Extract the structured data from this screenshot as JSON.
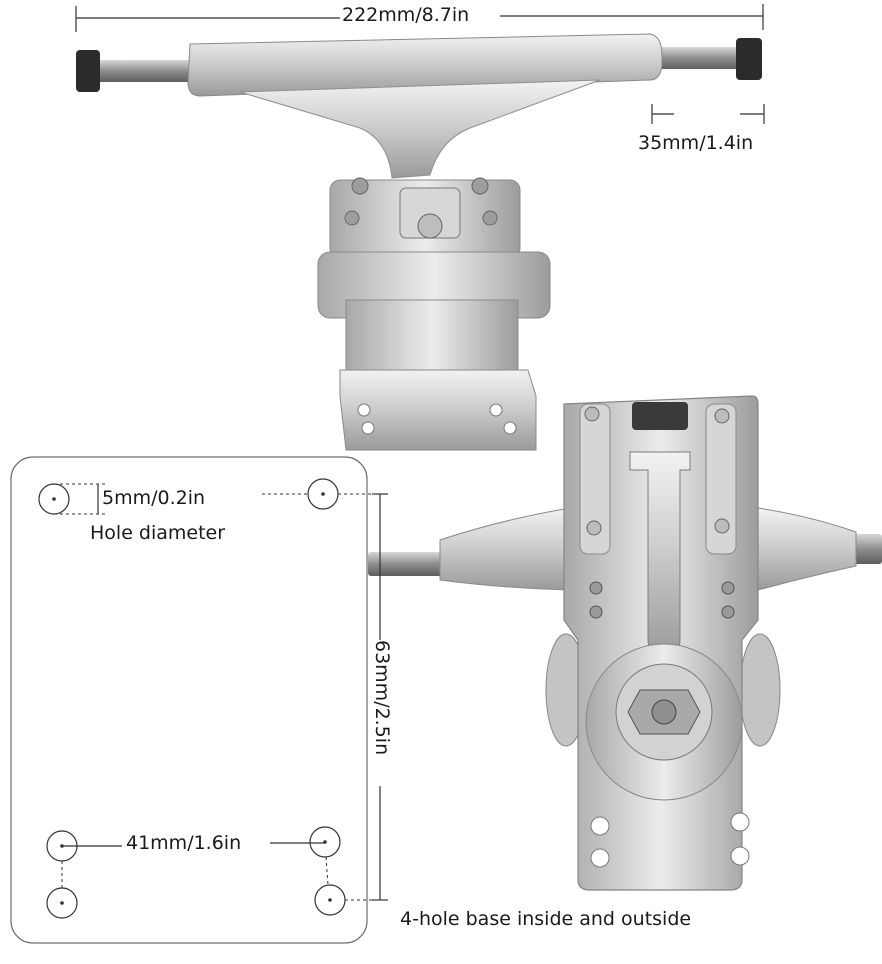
{
  "dimensions": {
    "axle_width": "222mm/8.7in",
    "axle_end": "35mm/1.4in",
    "hole_size": "5mm/0.2in",
    "hole_caption": "Hole diameter",
    "hole_spacing_vertical": "63mm/2.5in",
    "hole_spacing_horizontal": "41mm/1.6in",
    "base_caption": "4-hole base inside and outside"
  },
  "colors": {
    "metal_light": "#e2e2e2",
    "metal_mid": "#b9b9b9",
    "metal_dark": "#7d7d7d",
    "nut": "#2b2b2b",
    "line": "#333333"
  }
}
